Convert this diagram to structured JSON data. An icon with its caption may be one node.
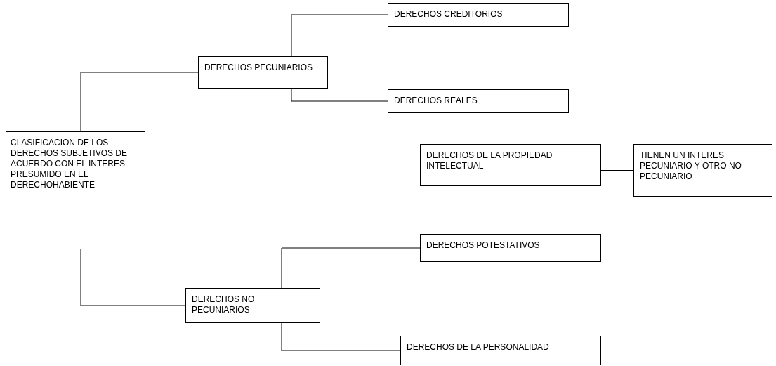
{
  "diagram": {
    "nodes": [
      {
        "text": [
          "CLASIFICACION DE LOS DERECHOS SUBJETIVOS DE ACUERDO CON EL INTERES PRESUMIDO EN EL DERECHOHABIENTE"
        ]
      },
      {
        "text": [
          "DERECHOS PECUNIARIOS"
        ]
      },
      {
        "text": [
          "DERECHOS CREDITORIOS"
        ]
      },
      {
        "text": [
          "DERECHOS REALES"
        ]
      },
      {
        "text": [
          "DERECHOS DE LA PROPIEDAD INTELECTUAL"
        ]
      },
      {
        "text": [
          "TIENEN UN INTERES PECUNIARIO Y OTRO NO PECUNIARIO"
        ]
      },
      {
        "text": [
          "DERECHOS POTESTATIVOS"
        ]
      },
      {
        "text": [
          "DERECHOS NO PECUNIARIOS"
        ]
      },
      {
        "text": [
          "DERECHOS DE LA PERSONALIDAD"
        ]
      }
    ],
    "edges": [
      {
        "from": 0,
        "to": 1,
        "arrow": "none"
      },
      {
        "from": 1,
        "to": 2,
        "arrow": "none"
      },
      {
        "from": 1,
        "to": 3,
        "arrow": "none"
      },
      {
        "from": 4,
        "to": 5,
        "arrow": "none"
      },
      {
        "from": 0,
        "to": 7,
        "arrow": "none"
      },
      {
        "from": 7,
        "to": 6,
        "arrow": "none"
      },
      {
        "from": 7,
        "to": 8,
        "arrow": "none"
      }
    ]
  }
}
